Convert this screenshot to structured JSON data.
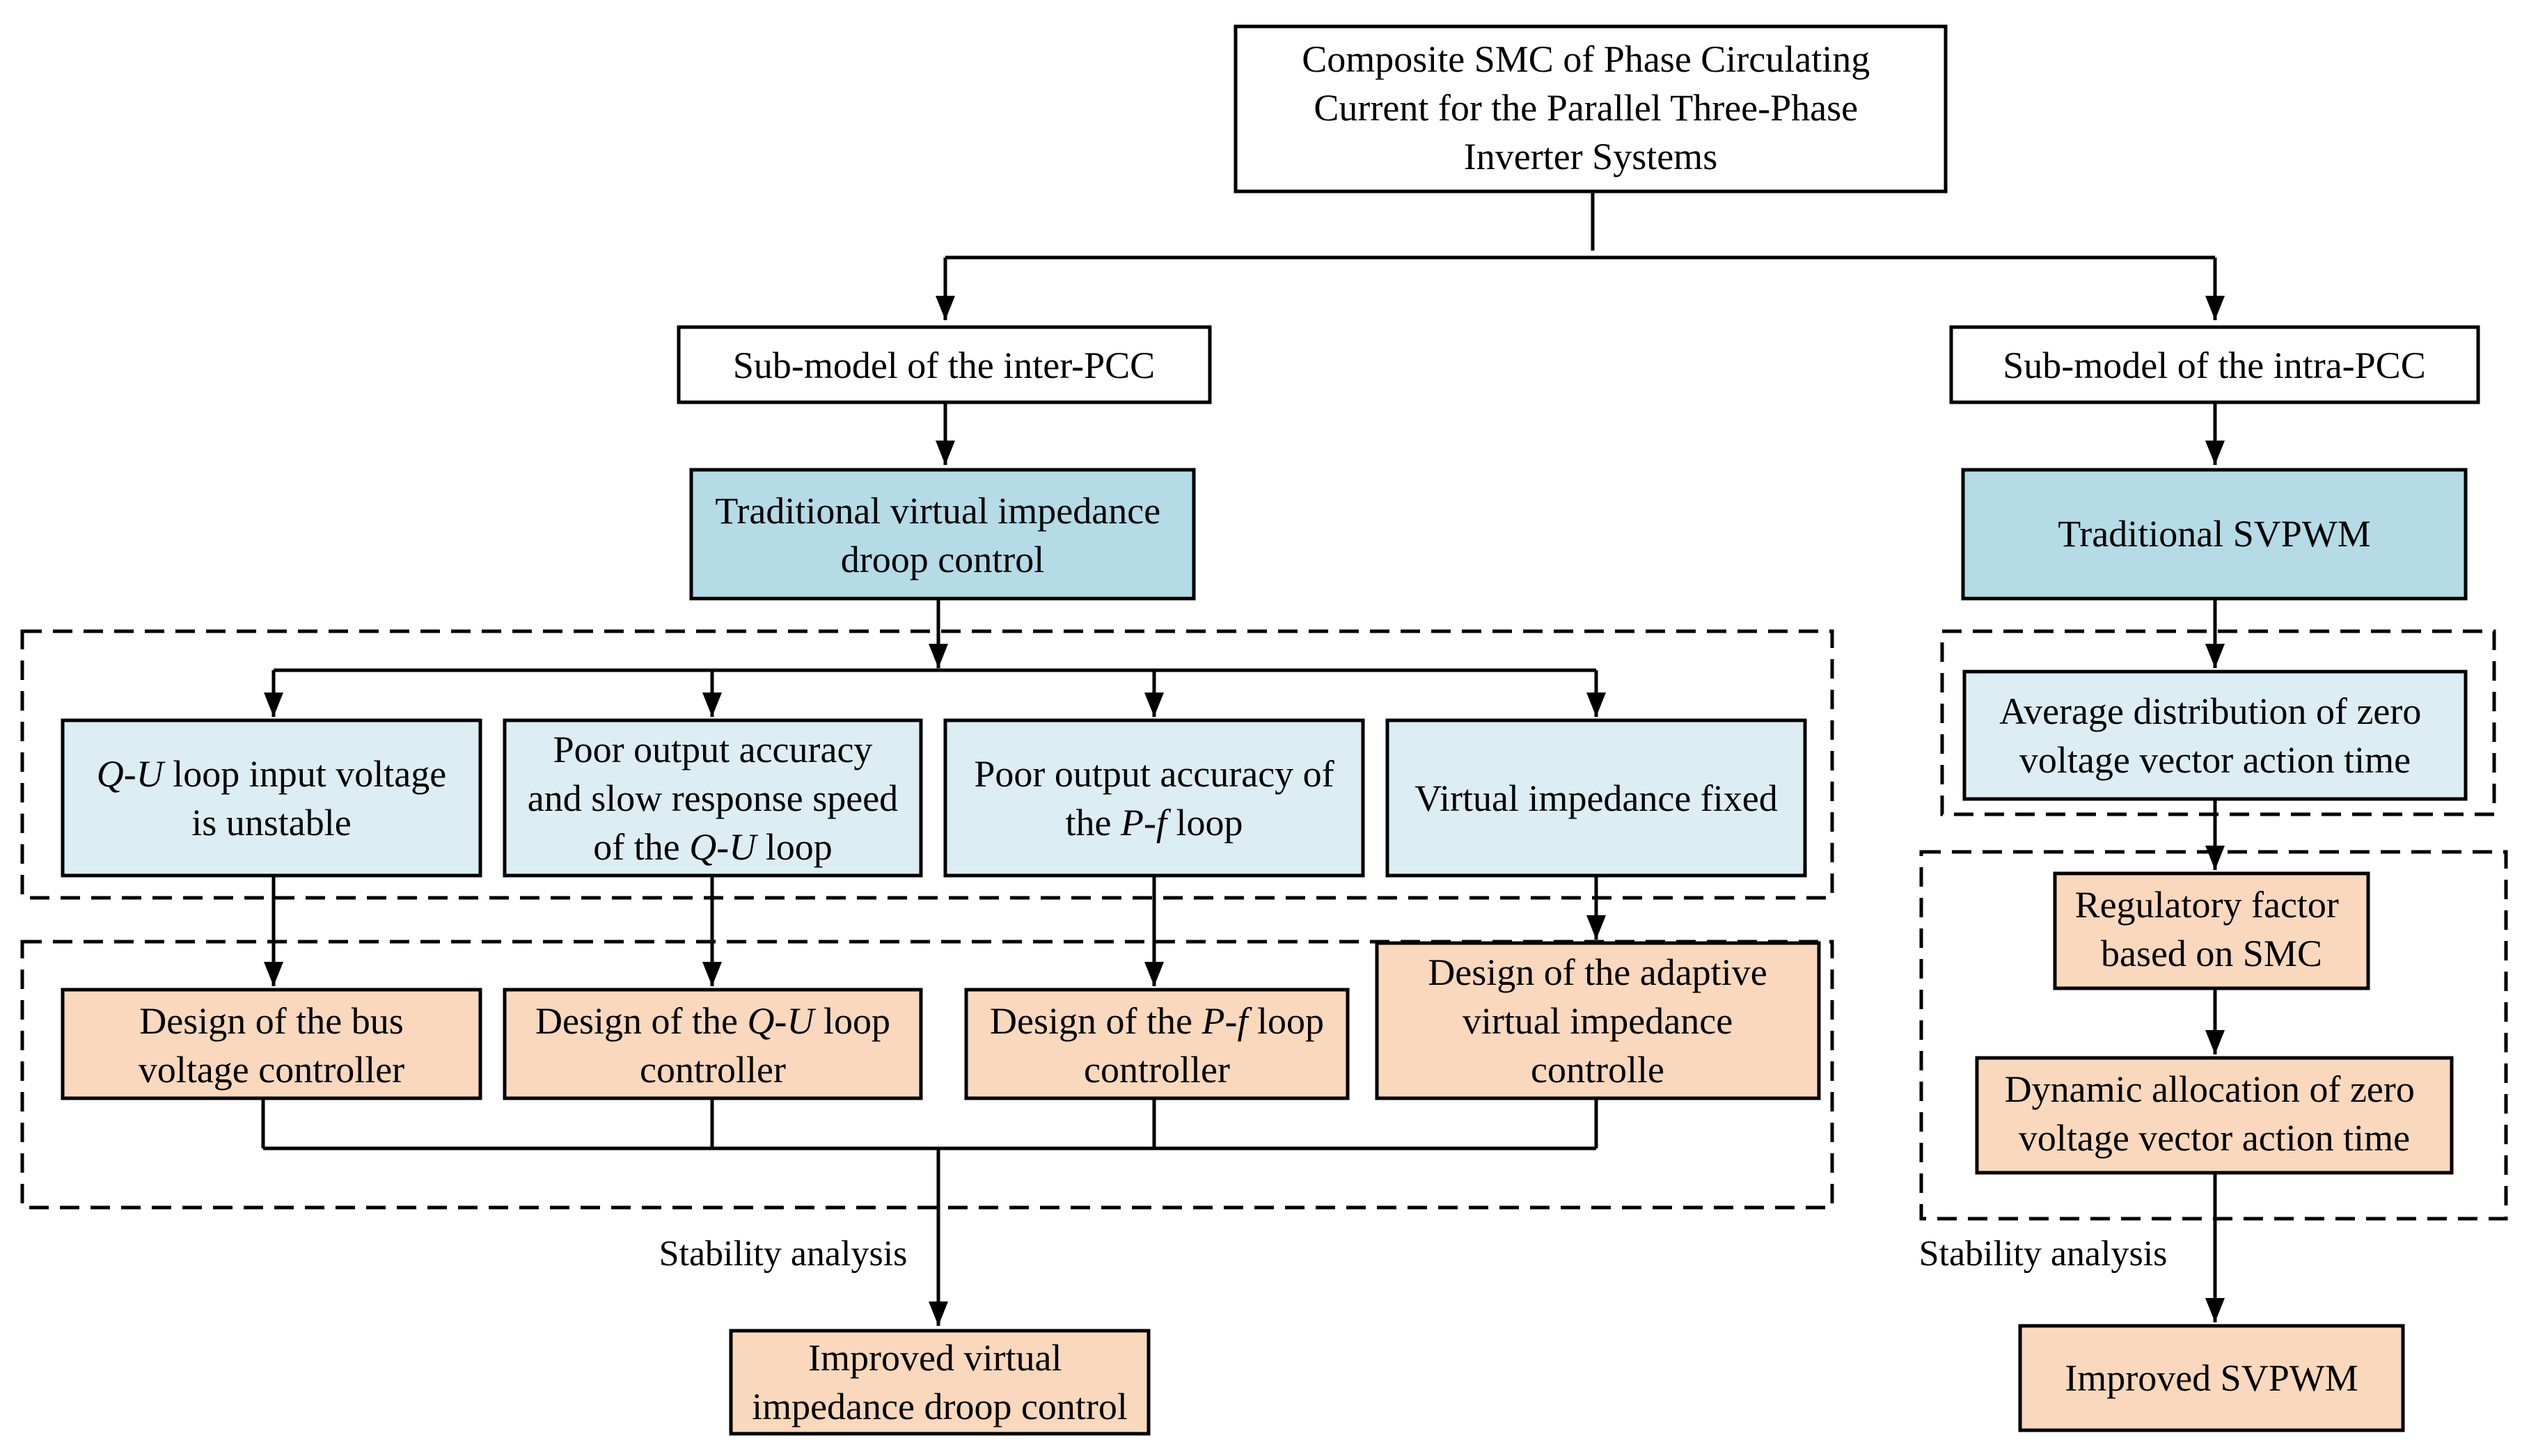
{
  "colors": {
    "blue_fill": "#b4dbe6",
    "light_blue_fill": "#dcedf3",
    "peach_fill": "#f9d8bd",
    "white_fill": "#ffffff"
  },
  "top": [
    "Composite SMC of Phase Circulating",
    "Current for the Parallel Three-Phase",
    "Inverter Systems"
  ],
  "inter": {
    "submodel": "Sub-model of the inter-PCC",
    "traditional": [
      "Traditional virtual impedance",
      "droop control"
    ],
    "problems": [
      {
        "lines": [
          [
            {
              "t": "Q",
              "i": true
            },
            {
              "t": "-"
            },
            {
              "t": "U",
              "i": true
            },
            {
              "t": " loop input voltage"
            }
          ],
          [
            {
              "t": "is unstable"
            }
          ]
        ]
      },
      {
        "lines": [
          [
            {
              "t": "Poor output accuracy"
            }
          ],
          [
            {
              "t": "and slow response speed"
            }
          ],
          [
            {
              "t": "of the "
            },
            {
              "t": "Q",
              "i": true
            },
            {
              "t": "-"
            },
            {
              "t": "U",
              "i": true
            },
            {
              "t": " loop"
            }
          ]
        ]
      },
      {
        "lines": [
          [
            {
              "t": "Poor output accuracy of"
            }
          ],
          [
            {
              "t": "the "
            },
            {
              "t": "P",
              "i": true
            },
            {
              "t": "-"
            },
            {
              "t": "f",
              "i": true
            },
            {
              "t": " loop"
            }
          ]
        ]
      },
      {
        "lines": [
          [
            {
              "t": "Virtual impedance fixed"
            }
          ]
        ]
      }
    ],
    "designs": [
      {
        "lines": [
          [
            {
              "t": "Design of the bus"
            }
          ],
          [
            {
              "t": "voltage controller"
            }
          ]
        ]
      },
      {
        "lines": [
          [
            {
              "t": "Design of the "
            },
            {
              "t": "Q",
              "i": true
            },
            {
              "t": "-"
            },
            {
              "t": "U",
              "i": true
            },
            {
              "t": " loop"
            }
          ],
          [
            {
              "t": "controller"
            }
          ]
        ]
      },
      {
        "lines": [
          [
            {
              "t": "Design of the "
            },
            {
              "t": "P",
              "i": true
            },
            {
              "t": "-"
            },
            {
              "t": "f",
              "i": true
            },
            {
              "t": " loop"
            }
          ],
          [
            {
              "t": "controller"
            }
          ]
        ]
      },
      {
        "lines": [
          [
            {
              "t": "Design of the adaptive"
            }
          ],
          [
            {
              "t": "virtual impedance"
            }
          ],
          [
            {
              "t": "controlle"
            }
          ]
        ]
      }
    ],
    "stability": "Stability analysis",
    "improved": [
      "Improved virtual",
      "impedance droop control"
    ]
  },
  "intra": {
    "submodel": "Sub-model of the intra-PCC",
    "traditional": "Traditional SVPWM",
    "average": [
      "Average distribution of zero",
      "voltage vector action time"
    ],
    "regulatory": [
      "Regulatory factor",
      "based on SMC"
    ],
    "dynamic": [
      "Dynamic allocation of zero",
      "voltage vector action time"
    ],
    "stability": "Stability analysis",
    "improved": "Improved SVPWM"
  }
}
